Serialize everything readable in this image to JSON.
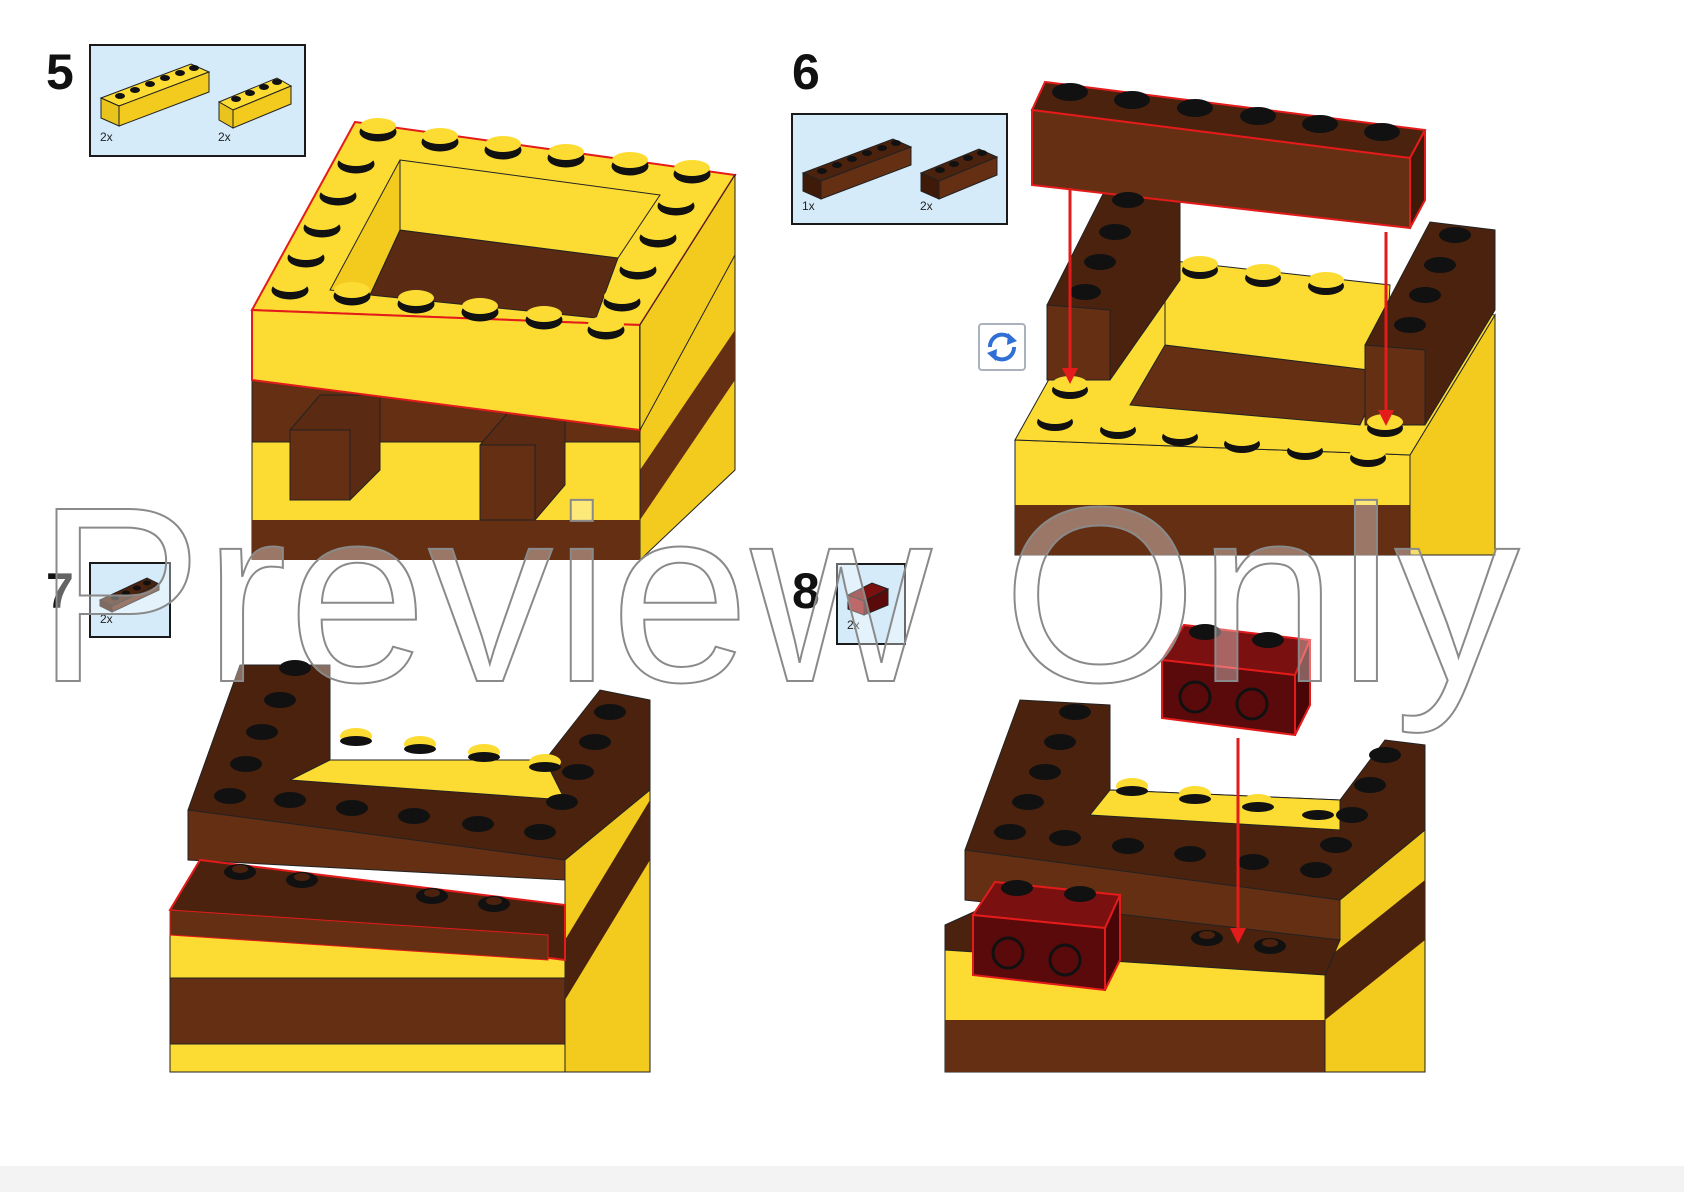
{
  "steps": [
    {
      "number": "5",
      "parts": [
        {
          "name": "yellow brick 1x6",
          "qty": "2x",
          "color": "#f5d600"
        },
        {
          "name": "yellow brick 1x4",
          "qty": "2x",
          "color": "#f5d600"
        }
      ]
    },
    {
      "number": "6",
      "parts": [
        {
          "name": "brown brick 1x6",
          "qty": "1x",
          "color": "#5a2a12"
        },
        {
          "name": "brown brick 1x4",
          "qty": "2x",
          "color": "#5a2a12"
        }
      ]
    },
    {
      "number": "7",
      "parts": [
        {
          "name": "brown plate 1x4",
          "qty": "2x",
          "color": "#5a2a12"
        }
      ]
    },
    {
      "number": "8",
      "parts": [
        {
          "name": "dark red bracket 1x2",
          "qty": "2x",
          "color": "#7a0f0f"
        }
      ]
    }
  ],
  "watermark": "Preview Only",
  "colors": {
    "yellow": "#fcdc33",
    "yellow_dark": "#e8c41c",
    "yellow_side": "#f3cb1e",
    "brown": "#652f14",
    "brown_top": "#4a220e",
    "brown_side": "#3f1a09",
    "dark_red": "#7a1010",
    "stud_dark": "#111111",
    "parts_bg": "#d6ebfa",
    "highlight": "#e31b1b",
    "arrow": "#e31b1b",
    "rotate_icon": "#2f6fd6"
  },
  "icons": {
    "rotate": "rotate-model-icon",
    "arrow": "arrow-down-icon"
  }
}
